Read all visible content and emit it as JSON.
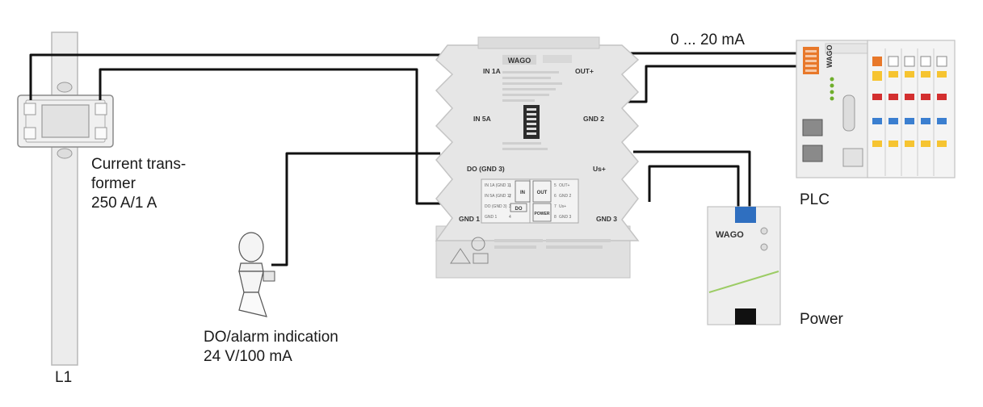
{
  "labels": {
    "signal": "0 ... 20 mA",
    "ct_line1": "Current trans-",
    "ct_line2": "former",
    "ct_line3": "250 A/1 A",
    "plc": "PLC",
    "power": "Power",
    "do_line1": "DO/alarm indication",
    "do_line2": "24 V/100 mA",
    "l1": "L1"
  },
  "module": {
    "brand": "WAGO",
    "in_1a": "IN 1A",
    "out_plus": "OUT+",
    "in_5a": "IN 5A",
    "gnd2": "GND 2",
    "do_gnd3": "DO (GND 3)",
    "us_plus": "Us+",
    "gnd1": "GND 1",
    "gnd3": "GND 3",
    "table_rows": [
      {
        "left": "IN 1A (GND 1)",
        "ln": "1",
        "rn": "5",
        "right": "OUT+"
      },
      {
        "left": "IN 5A (GND 1)",
        "ln": "2",
        "rn": "6",
        "right": "GND 2"
      },
      {
        "left": "DO (GND 3)",
        "ln": "3",
        "rn": "7",
        "right": "Us+"
      },
      {
        "left": "GND 1",
        "ln": "4",
        "rn": "8",
        "right": "GND 3"
      }
    ],
    "table_in": "IN",
    "table_out": "OUT",
    "table_power": "POWER",
    "table_do": "DO"
  },
  "power_supply": {
    "brand": "WAGO"
  },
  "plc_unit": {
    "brand": "WAGO"
  },
  "colors": {
    "wire": "#111111",
    "device_body": "#e4e4e4",
    "device_edge": "#c4c4c4",
    "plc_body": "#eeeeee",
    "power_top": "#2f6fc0",
    "power_stripe": "#9ccc65",
    "brand_green": "#6fae2c",
    "module_orange": "#e8782a",
    "led_red": "#d32f2f",
    "led_yellow": "#f6c431",
    "led_blue": "#3b7fd0"
  }
}
